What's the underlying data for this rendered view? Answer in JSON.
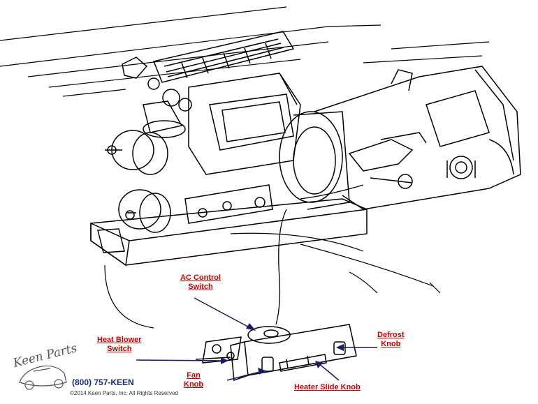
{
  "callouts": {
    "ac_control_switch": "AC Control\nSwitch",
    "heat_blower_switch": "Heat Blower\nSwitch",
    "fan_knob": "Fan\nKnob",
    "defrost_knob": "Defrost\nKnob",
    "heater_slide_knob": "Heater Slide Knob"
  },
  "footer": {
    "phone": "(800) 757-KEEN",
    "copyright": "©2014 Keen Parts, Inc. All Rights Reserved",
    "logo": "Keen Parts"
  },
  "colors": {
    "callout_text": "#cc0000",
    "leader_line": "#1a1a66",
    "drawing_line": "#000000"
  }
}
